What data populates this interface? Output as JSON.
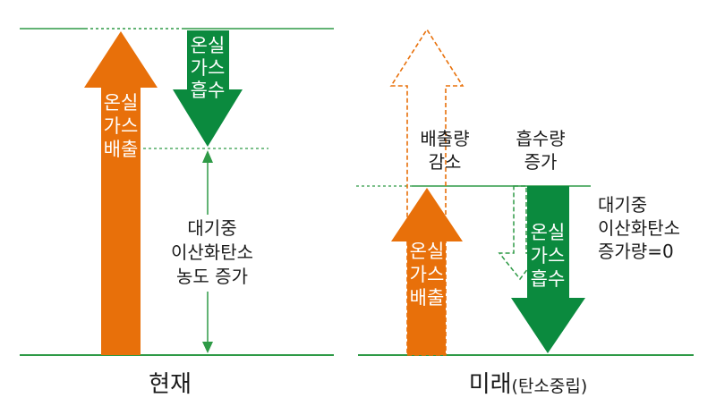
{
  "colors": {
    "emission": "#E8700A",
    "absorption": "#0B8A3E",
    "line": "#2E9A46",
    "dashed_outline": "#E8700A",
    "text": "#1a1a1a",
    "label_on_arrow": "#ffffff"
  },
  "present": {
    "caption": "현재",
    "emission_label": [
      "온실",
      "가스",
      "배출"
    ],
    "absorption_label": [
      "온실",
      "가스",
      "흡수"
    ],
    "increase_label": [
      "대기중",
      "이산화탄소",
      "농도 증가"
    ]
  },
  "future": {
    "caption_main": "미래",
    "caption_sub": "(탄소중립)",
    "emission_reduction_label": [
      "배출량",
      "감소"
    ],
    "absorption_increase_label": [
      "흡수량",
      "증가"
    ],
    "emission_label": [
      "온실",
      "가스",
      "배출"
    ],
    "absorption_label": [
      "온실",
      "가스",
      "흡수"
    ],
    "zero_label": [
      "대기중",
      "이산화탄소",
      "증가량=0"
    ]
  }
}
